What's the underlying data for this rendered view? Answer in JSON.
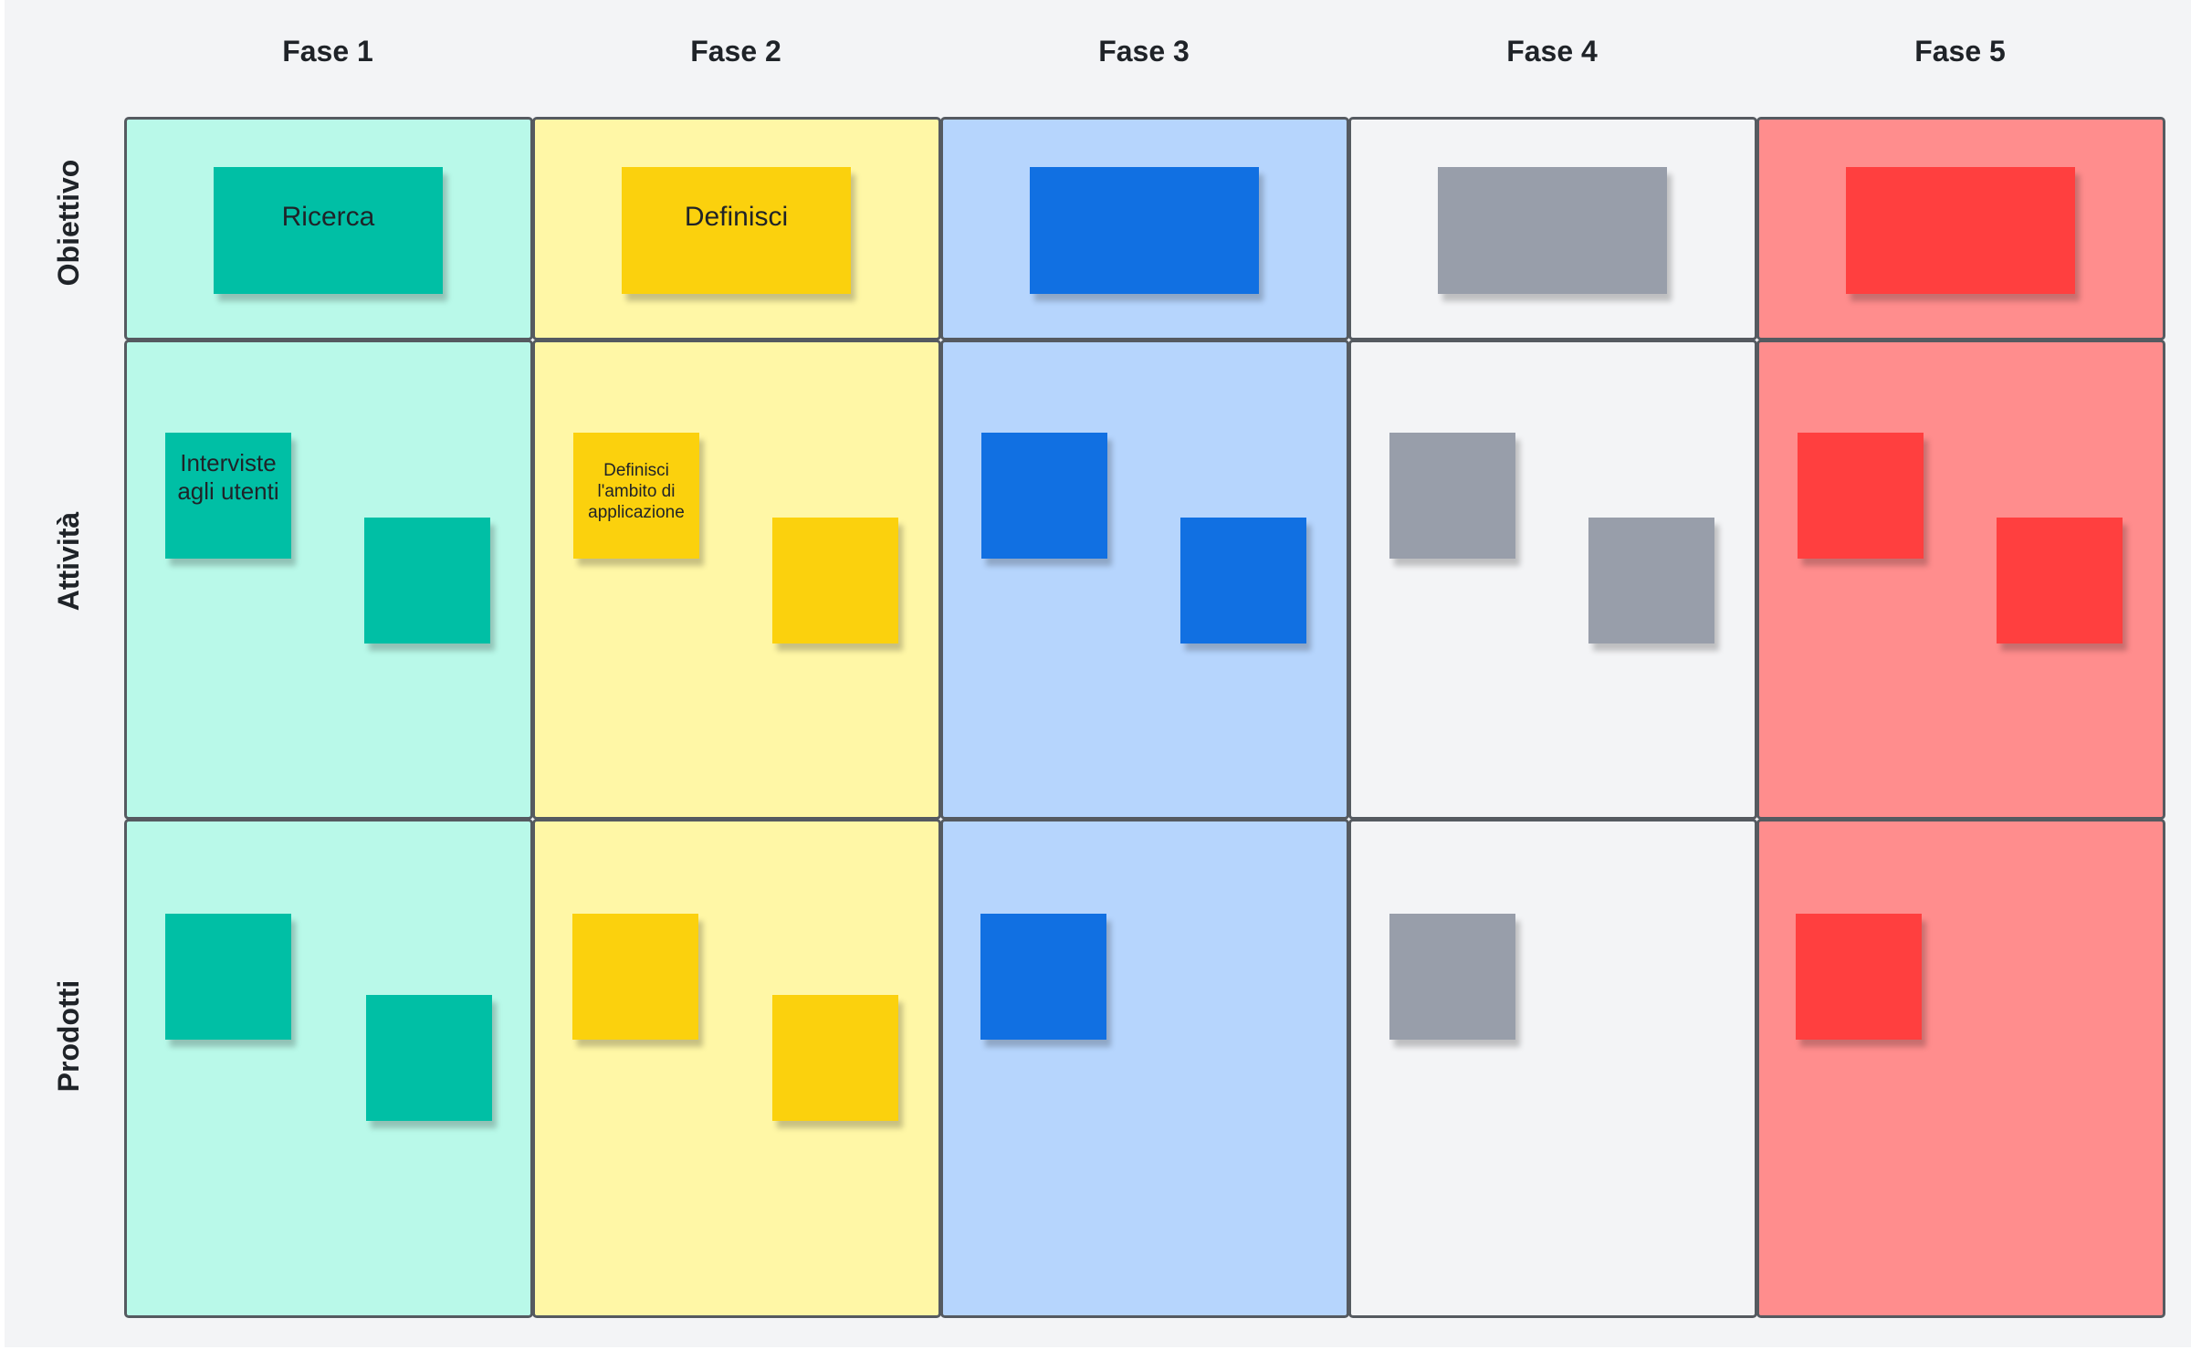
{
  "columns": [
    "Fase 1",
    "Fase 2",
    "Fase 3",
    "Fase 4",
    "Fase 5"
  ],
  "rows": [
    "Obiettivo",
    "Attività",
    "Prodotti"
  ],
  "colors": {
    "board": "#f3f4f6",
    "border": "#555a60",
    "cell_backgrounds": [
      "#b9f9e9",
      "#fff7a6",
      "#b6d5fd",
      "#f3f4f6",
      "#ff8d8d"
    ],
    "note_colors": [
      "#00bfa5",
      "#fbd10d",
      "#1170e2",
      "#989eaa",
      "#ff3f3f"
    ]
  },
  "notes": {
    "goal": [
      "Ricerca",
      "Definisci",
      "",
      "",
      ""
    ],
    "activities": [
      [
        "Interviste agli utenti",
        ""
      ],
      [
        "Definisci l'ambito di applicazione",
        ""
      ],
      [
        "",
        ""
      ],
      [
        "",
        ""
      ],
      [
        "",
        ""
      ]
    ],
    "products": [
      [
        "",
        ""
      ],
      [
        "",
        ""
      ],
      [
        ""
      ],
      [
        ""
      ],
      [
        ""
      ]
    ]
  }
}
